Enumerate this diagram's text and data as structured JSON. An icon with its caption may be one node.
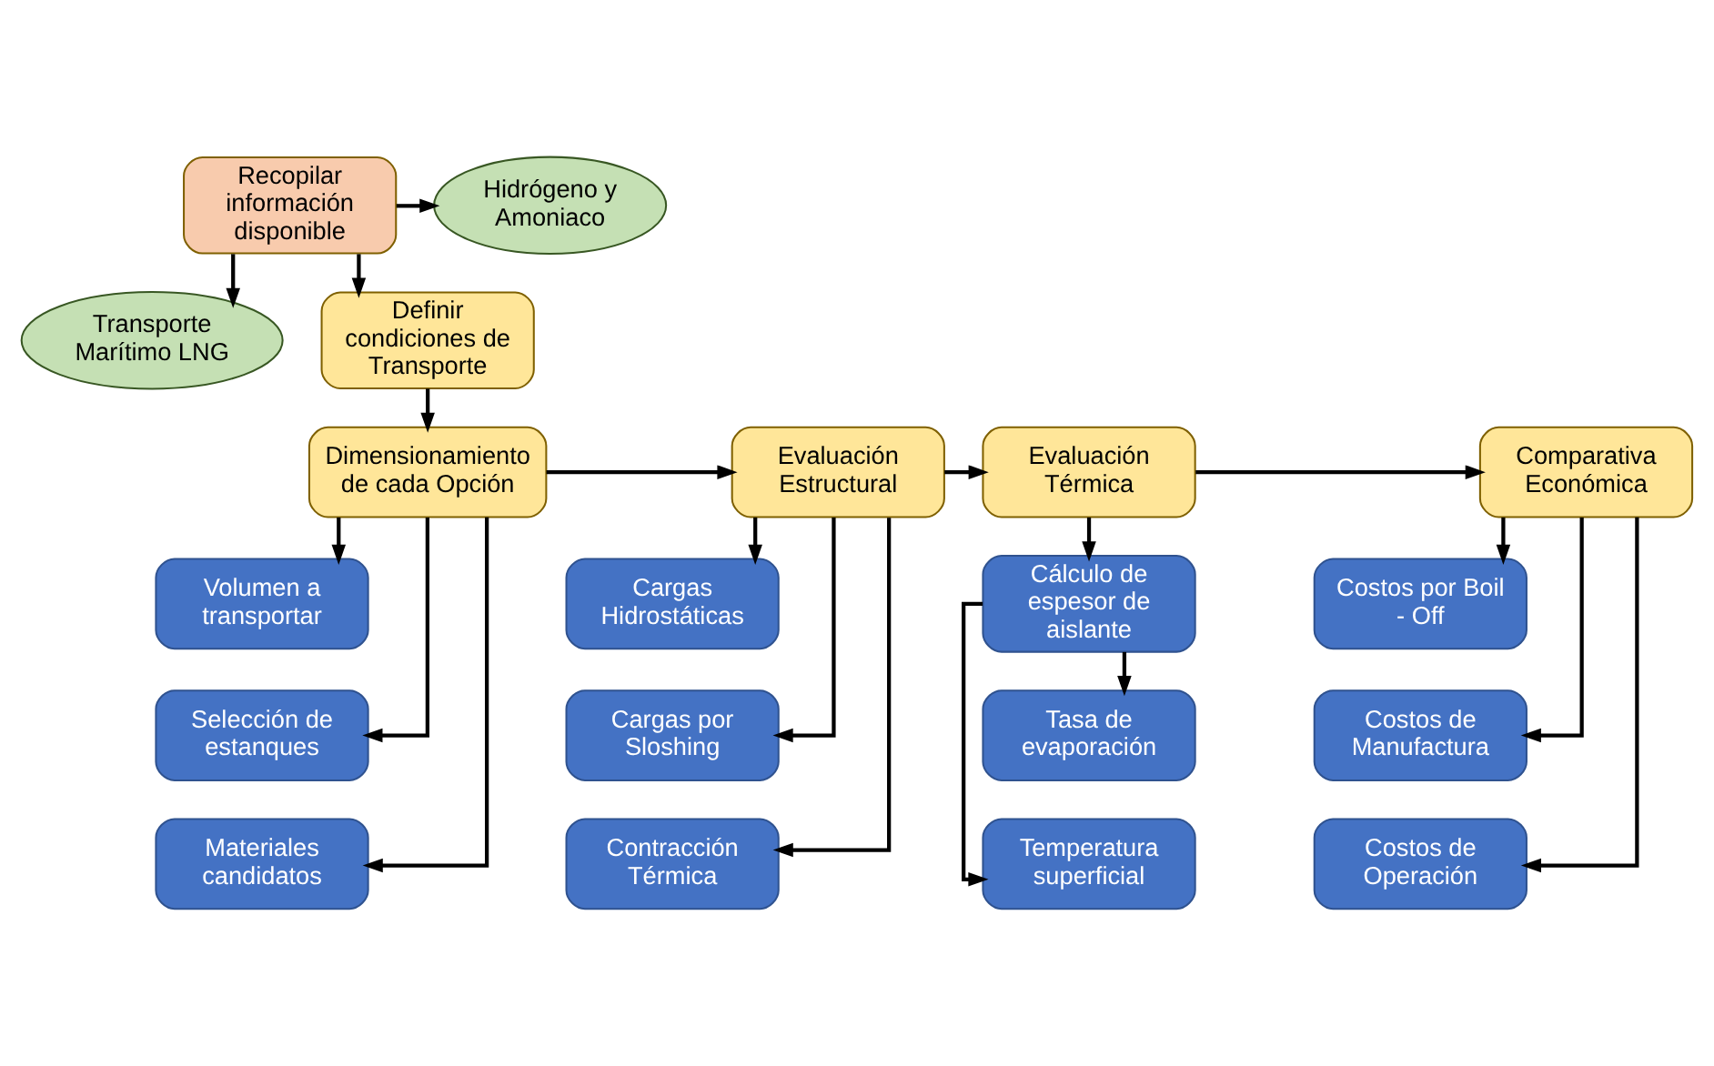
{
  "diagram": {
    "nodes": [
      {
        "text": [
          "Recopilar información disponible"
        ]
      },
      {
        "text": [
          "Hidrógeno y Amoniaco"
        ]
      },
      {
        "text": [
          "Transporte Marítimo LNG"
        ]
      },
      {
        "text": [
          "Definir condiciones de Transporte"
        ]
      },
      {
        "text": [
          "Dimensionamiento de cada Opción"
        ]
      },
      {
        "text": [
          "Evaluación Estructural"
        ]
      },
      {
        "text": [
          "Evaluación Térmica"
        ]
      },
      {
        "text": [
          "Comparativa Económica"
        ]
      },
      {
        "text": [
          "Volumen a transportar"
        ]
      },
      {
        "text": [
          "Selección de estanques"
        ]
      },
      {
        "text": [
          "Materiales candidatos"
        ]
      },
      {
        "text": [
          "Cargas Hidrostáticas"
        ]
      },
      {
        "text": [
          "Cargas por Sloshing"
        ]
      },
      {
        "text": [
          "Contracción Térmica"
        ]
      },
      {
        "text": [
          "Cálculo de espesor de aislante"
        ]
      },
      {
        "text": [
          "Tasa de evaporación"
        ]
      },
      {
        "text": [
          "Temperatura superficial"
        ]
      },
      {
        "text": [
          "Costos por Boil - Off"
        ]
      },
      {
        "text": [
          "Costos de Manufactura"
        ]
      },
      {
        "text": [
          "Costos de Operación"
        ]
      }
    ],
    "edges": [
      {
        "from": 0,
        "to": 1,
        "arrow": "to"
      },
      {
        "from": 0,
        "to": 2,
        "arrow": "to"
      },
      {
        "from": 0,
        "to": 3,
        "arrow": "to"
      },
      {
        "from": 3,
        "to": 4,
        "arrow": "to"
      },
      {
        "from": 4,
        "to": 5,
        "arrow": "to"
      },
      {
        "from": 5,
        "to": 6,
        "arrow": "to"
      },
      {
        "from": 6,
        "to": 7,
        "arrow": "to"
      },
      {
        "from": 4,
        "to": 8,
        "arrow": "to"
      },
      {
        "from": 4,
        "to": 9,
        "arrow": "to"
      },
      {
        "from": 4,
        "to": 10,
        "arrow": "to"
      },
      {
        "from": 5,
        "to": 11,
        "arrow": "to"
      },
      {
        "from": 5,
        "to": 12,
        "arrow": "to"
      },
      {
        "from": 5,
        "to": 13,
        "arrow": "to"
      },
      {
        "from": 6,
        "to": 14,
        "arrow": "to"
      },
      {
        "from": 14,
        "to": 15,
        "arrow": "to"
      },
      {
        "from": 14,
        "to": 16,
        "arrow": "to"
      },
      {
        "from": 7,
        "to": 17,
        "arrow": "to"
      },
      {
        "from": 7,
        "to": 18,
        "arrow": "to"
      },
      {
        "from": 7,
        "to": 19,
        "arrow": "to"
      }
    ]
  }
}
